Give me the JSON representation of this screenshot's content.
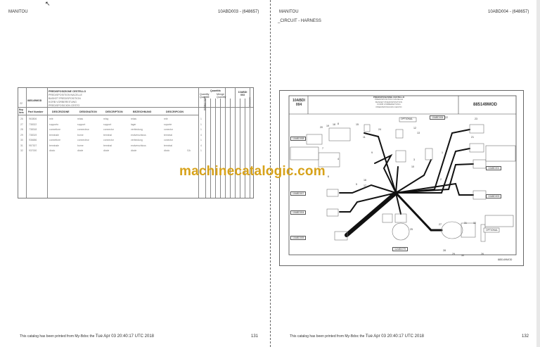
{
  "left_page": {
    "brand": "MANITOU",
    "doc_ref": "10ABD003 - (648657)",
    "table": {
      "ref_item": "22",
      "part_number": "885149MOD",
      "titles": [
        "PREDISPOSIZIONE CESTELLO",
        "PREDISPOSITION NACELLE",
        "BASKET PREDISPOSITION",
        "KORB VORBEREITUNG",
        "PREDISPOSICION CESTO"
      ],
      "qty_header": "Quantità",
      "qty_sub": [
        "Quantity",
        "Quantité"
      ],
      "menge_header": [
        "Menge",
        "Quantity"
      ],
      "group": "10ABDI 003",
      "side_code": "885149MOD",
      "edge_code": "1000610",
      "columns": [
        "Rep Item",
        "Part Number",
        "DESCRIZIONE",
        "DESIGNATION",
        "DESCRIPTION",
        "BEZEICHNUNG",
        "DESCRIPCION"
      ],
      "rows": [
        {
          "item": "26",
          "part": "963806",
          "it": "relè",
          "fr": "relais",
          "en": "relay",
          "de": "relais",
          "es": "relé",
          "note": "",
          "qty": "1"
        },
        {
          "item": "27",
          "part": "738322",
          "it": "supporto",
          "fr": "support",
          "en": "support",
          "de": "lager",
          "es": "soporte",
          "note": "",
          "qty": "1"
        },
        {
          "item": "28",
          "part": "738318",
          "it": "connettore",
          "fr": "connecteur",
          "en": "connector",
          "de": "verbindung",
          "es": "conector",
          "note": "",
          "qty": "1"
        },
        {
          "item": "29",
          "part": "738319",
          "it": "terminale",
          "fr": "borne",
          "en": "terminal",
          "de": "endverschluss",
          "es": "terminal",
          "note": "",
          "qty": "4"
        },
        {
          "item": "30",
          "part": "936686",
          "it": "connettore",
          "fr": "connecteur",
          "en": "connector",
          "de": "verbindung",
          "es": "conector",
          "note": "",
          "qty": "1"
        },
        {
          "item": "31",
          "part": "957307",
          "it": "terminale",
          "fr": "borne",
          "en": "terminal",
          "de": "endverschluss",
          "es": "terminal",
          "note": "",
          "qty": "4"
        },
        {
          "item": "32",
          "part": "937000",
          "it": "diodo",
          "fr": "diode",
          "en": "diode",
          "de": "diode",
          "es": "diodo",
          "note": "GA",
          "qty": "1"
        }
      ]
    },
    "footer": {
      "text": "This catalog has been printed from My-Bdoc the",
      "date": "Tue Apr 03 20:40:17 UTC 2018",
      "page": "131"
    }
  },
  "right_page": {
    "brand": "MANITOU",
    "doc_ref": "10ABD004 - (648657)",
    "section": "_CIRCUIT - HARNESS",
    "diagram": {
      "group": [
        "10ABDI",
        "004"
      ],
      "titles": [
        "PREDISPOSIZIONE CESTELLO",
        "PREDISPOSITION NACELLE",
        "BASKET PREDISPOSITION",
        "KORB VORBEREITUNG",
        "PREDISPOSICION CESTO"
      ],
      "part_number": "885149MOD",
      "optional_labels": [
        "OPTIONAL",
        "OPTIONAL"
      ],
      "refs": [
        "10ABD008",
        "10ABD007",
        "10ABD004",
        "10ABD005",
        "10ABD006",
        "10ABD001",
        "10ABD003",
        "11ABD079"
      ],
      "callouts": [
        "20",
        "19",
        "18",
        "8",
        "15",
        "24",
        "11",
        "12",
        "13",
        "9",
        "3",
        "10",
        "1",
        "2",
        "22",
        "23",
        "21",
        "7",
        "6",
        "4",
        "16",
        "17",
        "5",
        "14",
        "25",
        "27",
        "31",
        "32",
        "28",
        "29",
        "30",
        "26"
      ],
      "code": "885149MOD"
    },
    "footer": {
      "text": "This catalog has been printed from My-Bdoc the",
      "date": "Tue Apr 03 20:40:17 UTC 2018",
      "page": "132"
    }
  },
  "watermark": "machinecatalogic.com"
}
